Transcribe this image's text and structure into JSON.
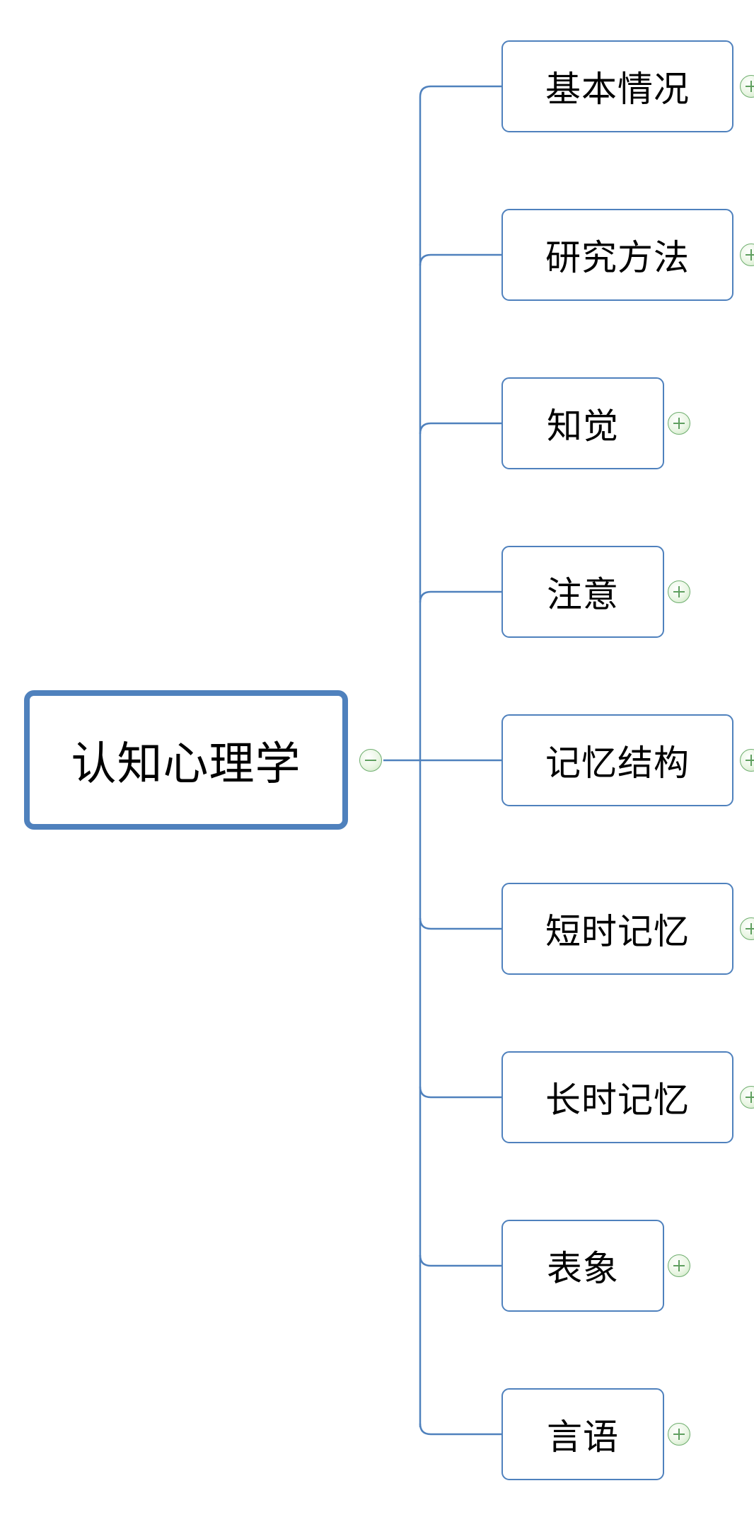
{
  "root": {
    "label": "认知心理学",
    "toggle_icon": "collapse-minus-icon"
  },
  "children": [
    {
      "label": "基本情况",
      "toggle_icon": "expand-plus-icon"
    },
    {
      "label": "研究方法",
      "toggle_icon": "expand-plus-icon"
    },
    {
      "label": "知觉",
      "toggle_icon": "expand-plus-icon"
    },
    {
      "label": "注意",
      "toggle_icon": "expand-plus-icon"
    },
    {
      "label": "记忆结构",
      "toggle_icon": "expand-plus-icon"
    },
    {
      "label": "短时记忆",
      "toggle_icon": "expand-plus-icon"
    },
    {
      "label": "长时记忆",
      "toggle_icon": "expand-plus-icon"
    },
    {
      "label": "表象",
      "toggle_icon": "expand-plus-icon"
    },
    {
      "label": "言语",
      "toggle_icon": "expand-plus-icon"
    }
  ],
  "colors": {
    "node_border": "#4f81bd",
    "connector": "#4f81bd",
    "toggle_border": "#6fae6f",
    "toggle_fill": "#eaf6e4"
  }
}
